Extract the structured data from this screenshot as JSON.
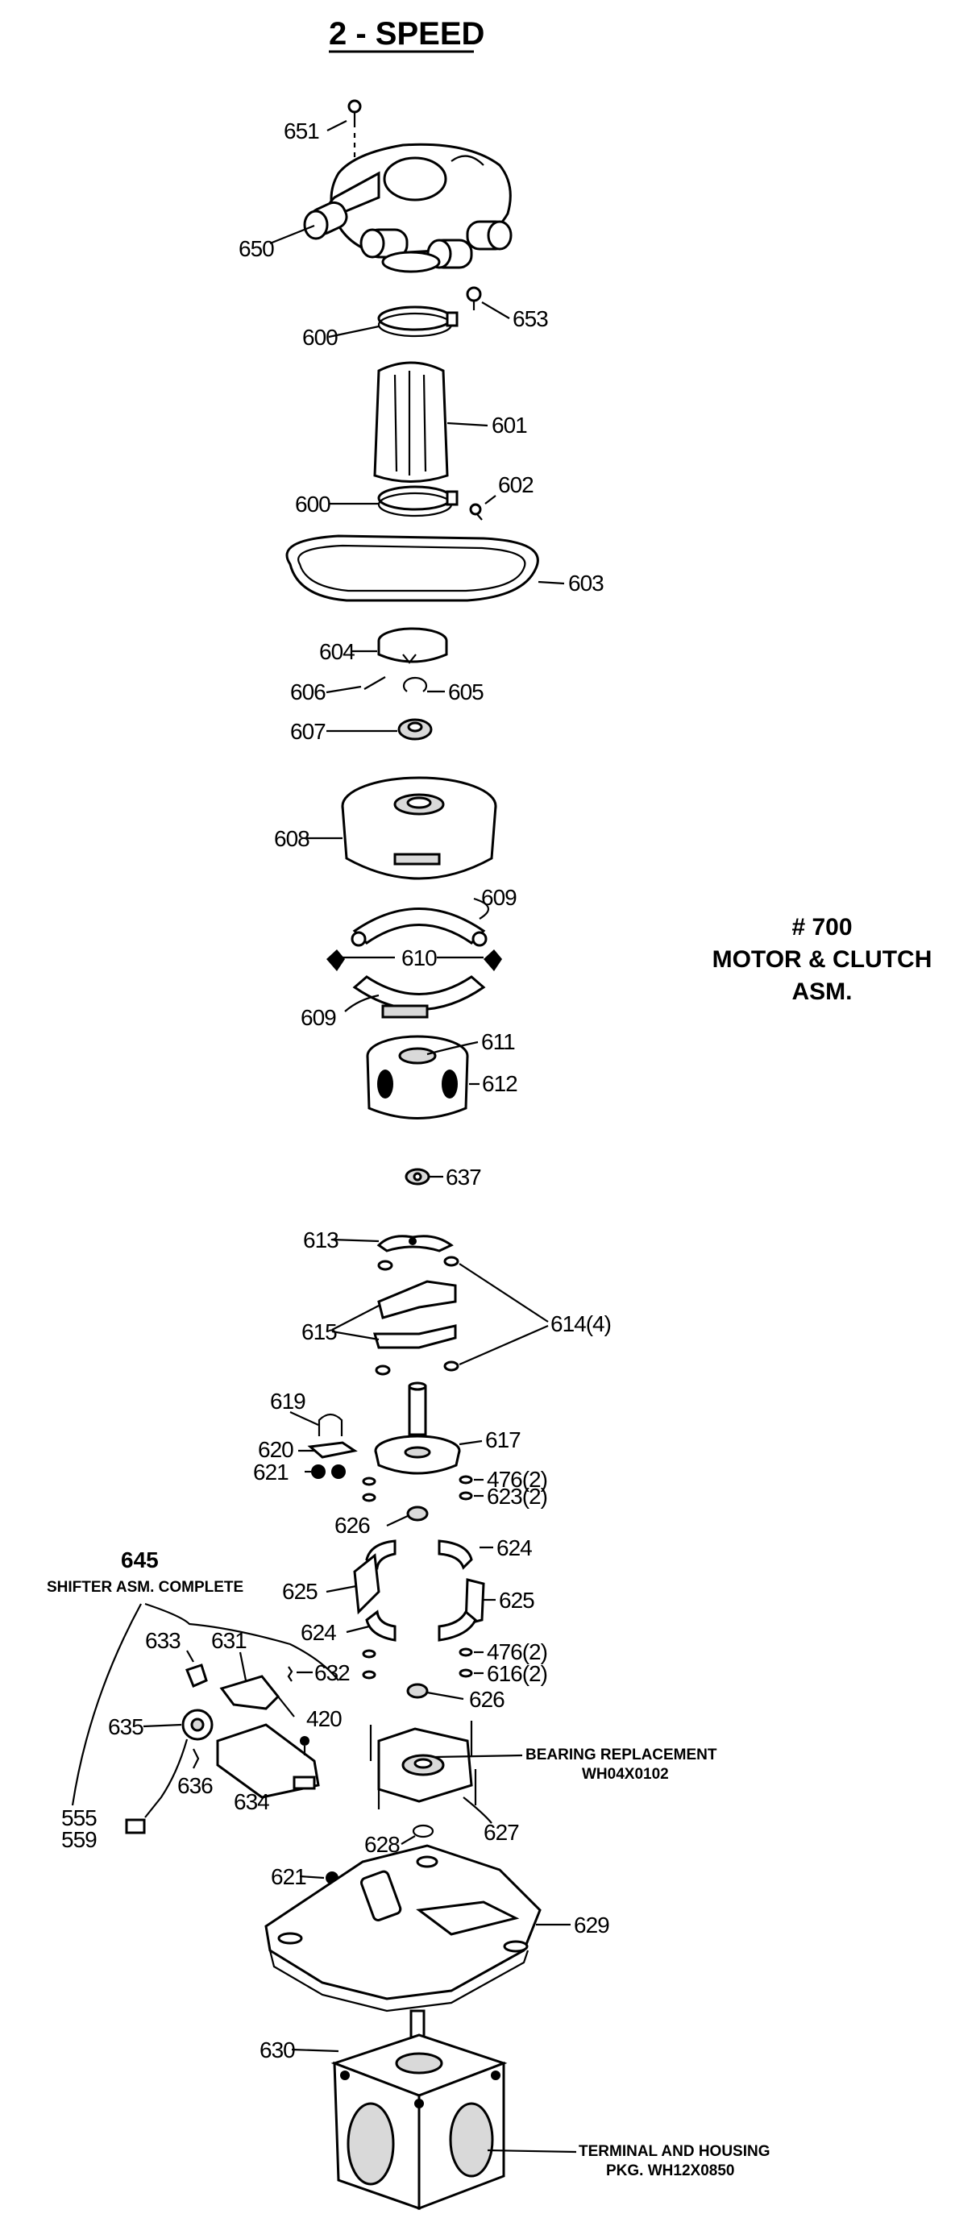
{
  "title": "2 - SPEED",
  "assembly": {
    "number": "# 700",
    "name_line1": "MOTOR & CLUTCH",
    "name_line2": "ASM."
  },
  "shifter": {
    "number": "645",
    "name": "SHIFTER ASM. COMPLETE"
  },
  "notes": {
    "bearing_line1": "BEARING REPLACEMENT",
    "bearing_line2": "WH04X0102",
    "terminal_line1": "TERMINAL AND HOUSING",
    "terminal_line2": "PKG. WH12X0850"
  },
  "callouts": {
    "p651": "651",
    "p650": "650",
    "p653": "653",
    "p600a": "600",
    "p601": "601",
    "p600b": "600",
    "p602": "602",
    "p603": "603",
    "p604": "604",
    "p606": "606",
    "p605": "605",
    "p607": "607",
    "p608": "608",
    "p609a": "609",
    "p610": "610",
    "p609b": "609",
    "p611": "611",
    "p612": "612",
    "p637": "637",
    "p613": "613",
    "p614": "614(4)",
    "p615": "615",
    "p619": "619",
    "p620": "620",
    "p617": "617",
    "p621a": "621",
    "p476a": "476(2)",
    "p623": "623(2)",
    "p626a": "626",
    "p624a": "624",
    "p625a": "625",
    "p625b": "625",
    "p624b": "624",
    "p476b": "476(2)",
    "p616": "616(2)",
    "p633": "633",
    "p631": "631",
    "p632": "632",
    "p626b": "626",
    "p635": "635",
    "p420": "420",
    "p636": "636",
    "p634": "634",
    "p627": "627",
    "p628": "628",
    "p555": "555",
    "p559": "559",
    "p621b": "621",
    "p629": "629",
    "p630": "630"
  }
}
